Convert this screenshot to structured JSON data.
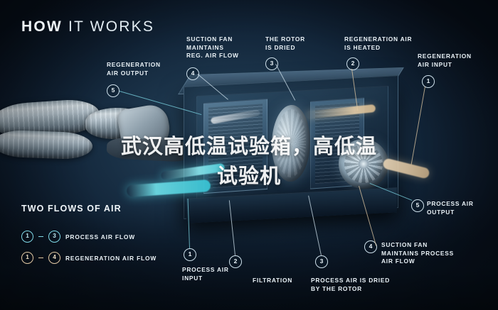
{
  "header": {
    "title_bold": "HOW",
    "title_rest": "IT WORKS"
  },
  "watermark": {
    "line1": "武汉高低温试验箱，高低温",
    "line2": "试验机"
  },
  "colors": {
    "process_air": "#7fd8e6",
    "regeneration_air": "#e2c9a4",
    "text": "#e9f1f6",
    "background": "#0d1b2b"
  },
  "callouts": [
    {
      "id": "c5",
      "number": "5",
      "label": "REGENERATION\nAIR OUTPUT",
      "line1": "REGENERATION",
      "line2": "AIR OUTPUT"
    },
    {
      "id": "c4",
      "number": "4",
      "label": "SUCTION FAN MAINTAINS REG. AIR FLOW",
      "line1": "SUCTION FAN",
      "line2": "MAINTAINS",
      "line3": "REG. AIR FLOW"
    },
    {
      "id": "c3",
      "number": "3",
      "label": "THE ROTOR IS DRIED",
      "line1": "THE ROTOR",
      "line2": "IS DRIED"
    },
    {
      "id": "c2",
      "number": "2",
      "label": "REGENERATION AIR IS HEATED",
      "line1": "REGENERATION AIR",
      "line2": "IS HEATED"
    },
    {
      "id": "c1",
      "number": "1",
      "label": "REGENERATION AIR INPUT",
      "line1": "REGENERATION",
      "line2": "AIR INPUT"
    },
    {
      "id": "c5b",
      "number": "5",
      "label": "PROCESS AIR OUTPUT",
      "line1": "PROCESS AIR",
      "line2": "OUTPUT"
    },
    {
      "id": "c4b",
      "number": "4",
      "label": "SUCTION FAN MAINTAINS PROCESS AIR FLOW",
      "line1": "SUCTION FAN",
      "line2": "MAINTAINS PROCESS",
      "line3": "AIR FLOW"
    },
    {
      "id": "c3b",
      "number": "3",
      "label": "PROCESS AIR IS DRIED BY THE ROTOR",
      "line1": "PROCESS AIR IS DRIED",
      "line2": "BY THE ROTOR"
    },
    {
      "id": "c2b",
      "number": "2",
      "label": "FILTRATION",
      "line1": "FILTRATION"
    },
    {
      "id": "c1b",
      "number": "1",
      "label": "PROCESS AIR INPUT",
      "line1": "PROCESS AIR",
      "line2": "INPUT"
    }
  ],
  "legend": {
    "title": "TWO FLOWS OF AIR",
    "rows": [
      {
        "from": "1",
        "to": "3",
        "label": "PROCESS AIR FLOW",
        "color": "#7fd8e6"
      },
      {
        "from": "1",
        "to": "4",
        "label": "REGENERATION AIR FLOW",
        "color": "#e2c9a4"
      }
    ]
  }
}
